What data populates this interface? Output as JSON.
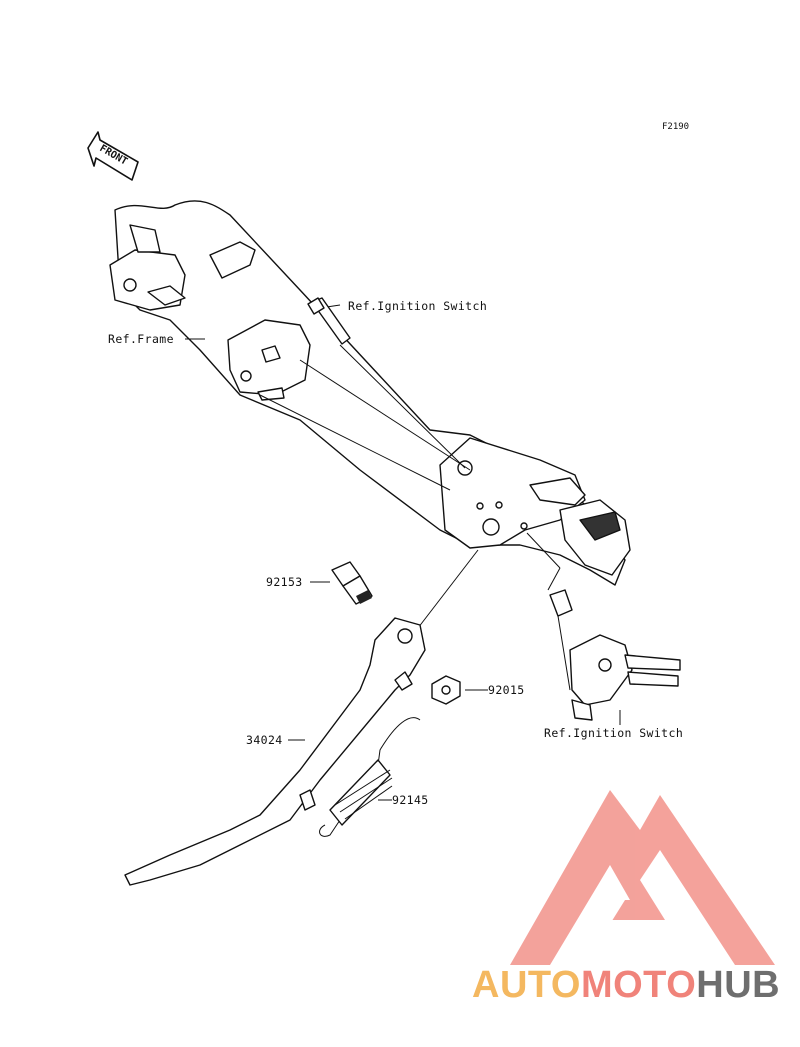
{
  "figure_code": "F2190",
  "front_arrow_label": "FRONT",
  "labels": {
    "ref_ignition_switch_top": "Ref.Ignition Switch",
    "ref_frame": "Ref.Frame",
    "part_92153": "92153",
    "part_92015": "92015",
    "part_34024": "34024",
    "part_92145": "92145",
    "ref_ignition_switch_bottom": "Ref.Ignition Switch"
  },
  "watermark": {
    "auto": "AUTO",
    "moto": "MOTO",
    "hub": "HUB",
    "colors": {
      "auto": "#f4b860",
      "moto": "#f0837a",
      "hub": "#6e6e6e",
      "triangle": "#f0837a"
    }
  }
}
